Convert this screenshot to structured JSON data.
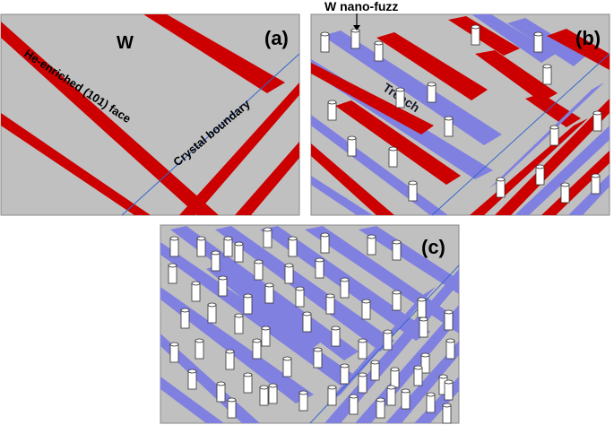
{
  "figure": {
    "top_label": "W nano-fuzz",
    "panels": [
      {
        "id": "a",
        "letter": "(a)",
        "material_label": "W",
        "face_label": "He-enriched (101) face",
        "boundary_label": "Crystal boundary"
      },
      {
        "id": "b",
        "letter": "(b)",
        "trench_label": "Trench"
      },
      {
        "id": "c",
        "letter": "(c)"
      }
    ]
  },
  "colors": {
    "background": "#c0c0c0",
    "he_face": "#cc0000",
    "trench": "#8080e0",
    "fuzz_fill": "#ffffff",
    "fuzz_stroke": "#333333",
    "boundary": "#3366cc"
  }
}
